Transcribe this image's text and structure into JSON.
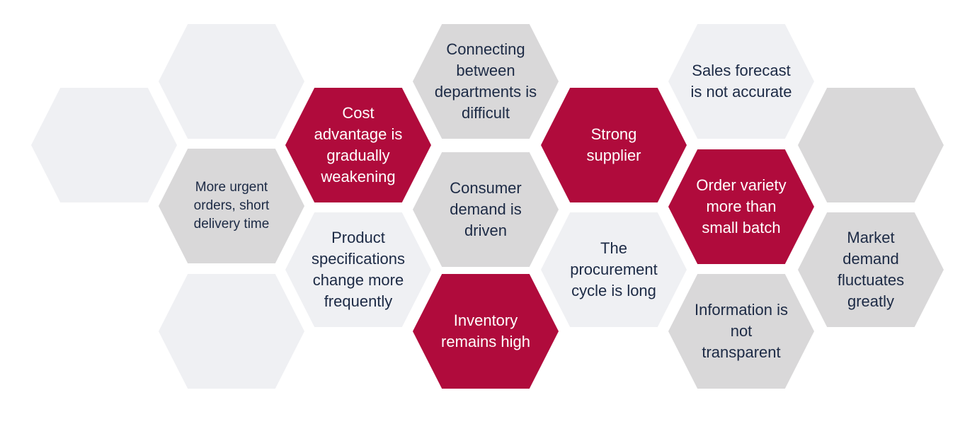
{
  "colors": {
    "light": "#eff0f3",
    "gray": "#d9d8d9",
    "red": "#b00b3c",
    "text_dark": "#1c2a45",
    "text_light": "#ffffff"
  },
  "cells": [
    {
      "id": "empty-1",
      "style": "light",
      "text": ""
    },
    {
      "id": "empty-2",
      "style": "light",
      "text": ""
    },
    {
      "id": "more-urgent-orders",
      "style": "gray",
      "text": "More urgent orders, short delivery time"
    },
    {
      "id": "empty-3",
      "style": "light",
      "text": ""
    },
    {
      "id": "cost-advantage",
      "style": "red",
      "text": "Cost advantage is gradually weakening"
    },
    {
      "id": "product-specifications",
      "style": "light",
      "text": "Product specifications change more frequently"
    },
    {
      "id": "connecting-departments",
      "style": "gray",
      "text": "Connecting between departments is difficult"
    },
    {
      "id": "consumer-demand",
      "style": "gray",
      "text": "Consumer demand is driven"
    },
    {
      "id": "inventory-high",
      "style": "red",
      "text": "Inventory remains high"
    },
    {
      "id": "strong-supplier",
      "style": "red",
      "text": "Strong supplier"
    },
    {
      "id": "procurement-cycle",
      "style": "light",
      "text": "The procurement cycle is long"
    },
    {
      "id": "sales-forecast",
      "style": "light",
      "text": "Sales forecast is not accurate"
    },
    {
      "id": "order-variety",
      "style": "red",
      "text": "Order variety more than small batch"
    },
    {
      "id": "information-transparent",
      "style": "gray",
      "text": "Information is not transparent"
    },
    {
      "id": "empty-4",
      "style": "gray",
      "text": ""
    },
    {
      "id": "market-demand",
      "style": "gray",
      "text": "Market demand fluctuates greatly"
    }
  ]
}
